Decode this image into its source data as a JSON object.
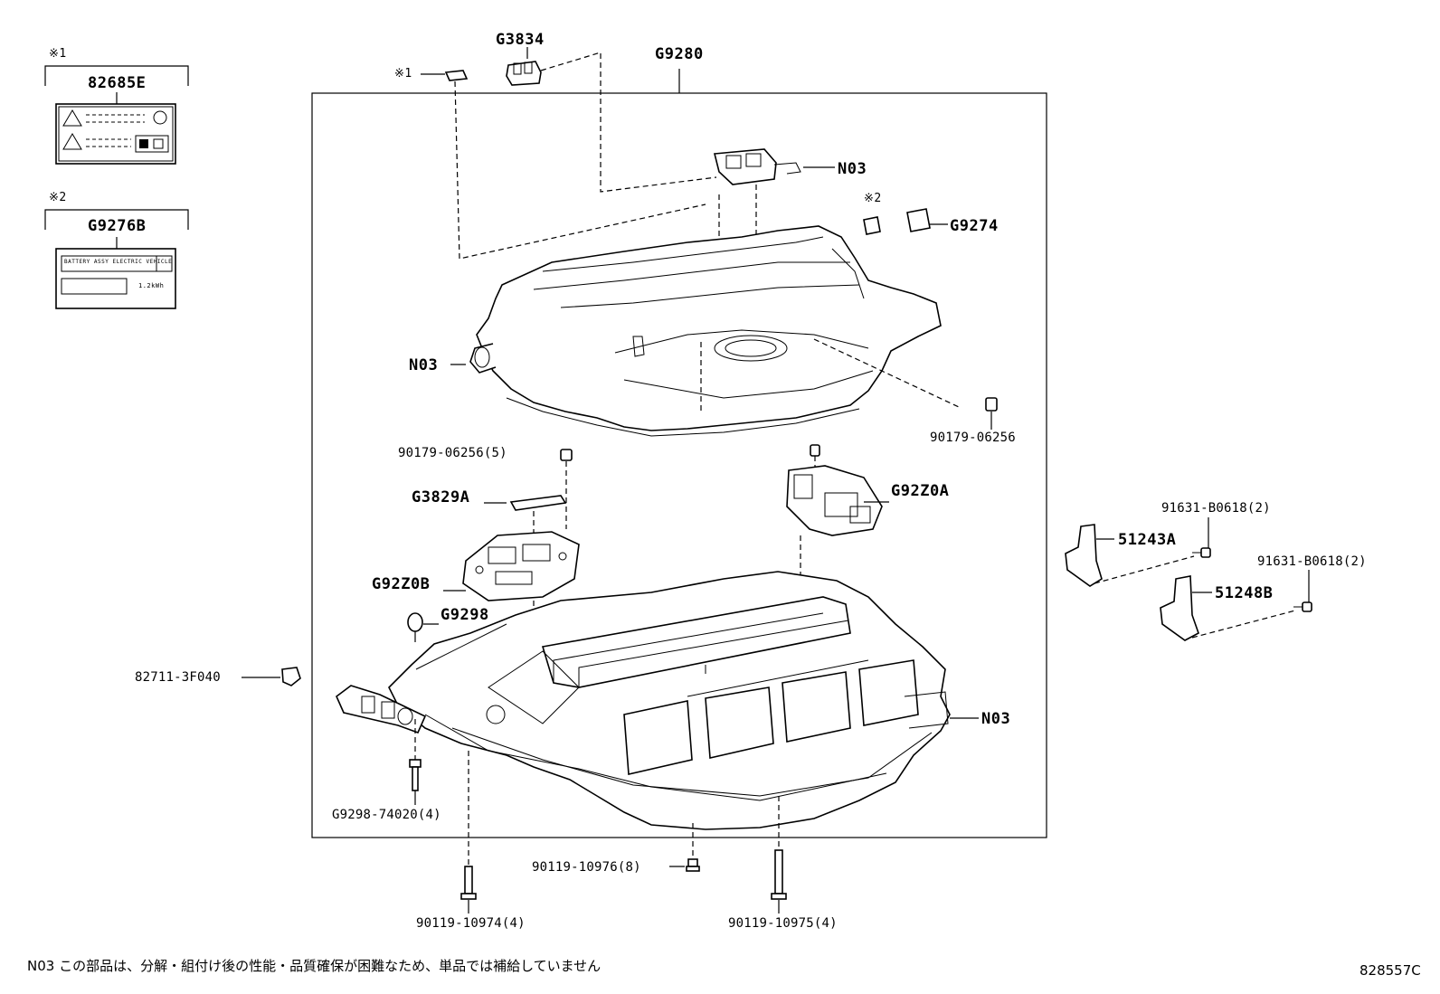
{
  "labels": {
    "l82685e": "82685E",
    "lg9276b": "G9276B",
    "lg3834": "G3834",
    "lg9280": "G9280",
    "ln03_top": "N03",
    "lg9274": "G9274",
    "ln03_left": "N03",
    "l90179_right": "90179-06256",
    "l90179_5": "90179-06256(5)",
    "lg3829a": "G3829A",
    "lg92z0a": "G92Z0A",
    "lg92z0b": "G92Z0B",
    "lg9298": "G9298",
    "l82711": "82711-3F040",
    "ln03_right": "N03",
    "lg9298_74020": "G9298-74020(4)",
    "l90119_10974": "90119-10974(4)",
    "l90119_10976": "90119-10976(8)",
    "l90119_10975": "90119-10975(4)",
    "l91631_1": "91631-B0618(2)",
    "l51243a": "51243A",
    "l91631_2": "91631-B0618(2)",
    "l51248b": "51248B"
  },
  "notes": {
    "mark1": "※1",
    "mark2": "※2",
    "mark1_inline": "※1",
    "mark2_inline": "※2"
  },
  "label_card": {
    "battery_text": "BATTERY ASSY ELECTRIC VEHICLE",
    "capacity": "1.2kWh"
  },
  "footer": {
    "note": "N03  この部品は、分解・組付け後の性能・品質確保が困難なため、単品では補給していません",
    "code": "828557C"
  }
}
